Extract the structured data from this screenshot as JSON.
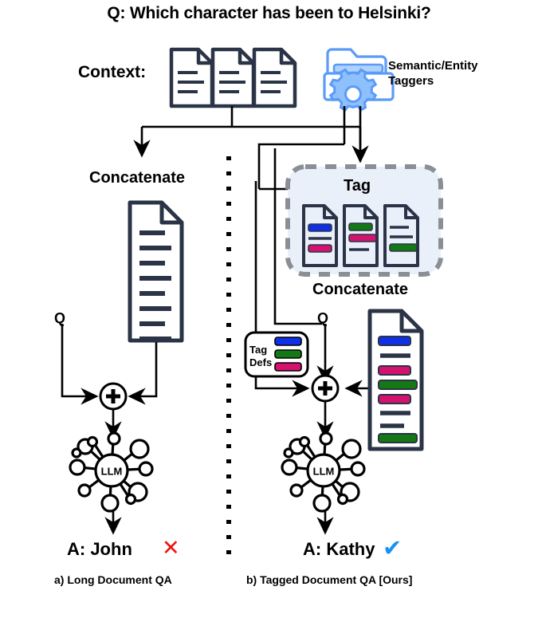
{
  "title": "Q: Which character has been to Helsinki?",
  "labels": {
    "context": "Context:",
    "taggers": "Semantic/Entity\nTaggers",
    "concatenate_left": "Concatenate",
    "concatenate_right": "Concatenate",
    "tag": "Tag",
    "q_left": "Q",
    "q_right": "Q",
    "tag_defs": "Tag\nDefs",
    "llm": "LLM"
  },
  "answers": {
    "left": {
      "text": "A: John",
      "mark": "✕",
      "mark_name": "cross-mark",
      "mark_color": "#ee1111"
    },
    "right": {
      "text": "A: Kathy",
      "mark": "✔",
      "mark_name": "check-mark",
      "mark_color": "#1a93ec"
    }
  },
  "captions": {
    "left": "a) Long Document QA",
    "right": "b) Tagged Document QA [Ours]"
  },
  "colors": {
    "ink": "#2b3447",
    "black": "#000000",
    "folder_blue": "#5B9BF8",
    "folder_fill": "#AFD2FD",
    "tag_blue": "#1030E8",
    "tag_green": "#147814",
    "tag_pink": "#D3136E",
    "panel_fill": "#EAF0FA",
    "dash_gray": "#8A8F96",
    "line_gray": "#3d4658"
  },
  "chart_data": {
    "type": "diagram",
    "panels": [
      {
        "id": "a",
        "caption": "a) Long Document QA",
        "answer": "A: John",
        "correct": false
      },
      {
        "id": "b",
        "caption": "b) Tagged Document QA [Ours]",
        "answer": "A: Kathy",
        "correct": true
      }
    ],
    "context_documents": 3,
    "tagged_documents": 3,
    "tag_def_colors": [
      "#1030E8",
      "#147814",
      "#D3136E"
    ],
    "plain_doc_lines": 8,
    "tagged_doc_lines": 8
  }
}
